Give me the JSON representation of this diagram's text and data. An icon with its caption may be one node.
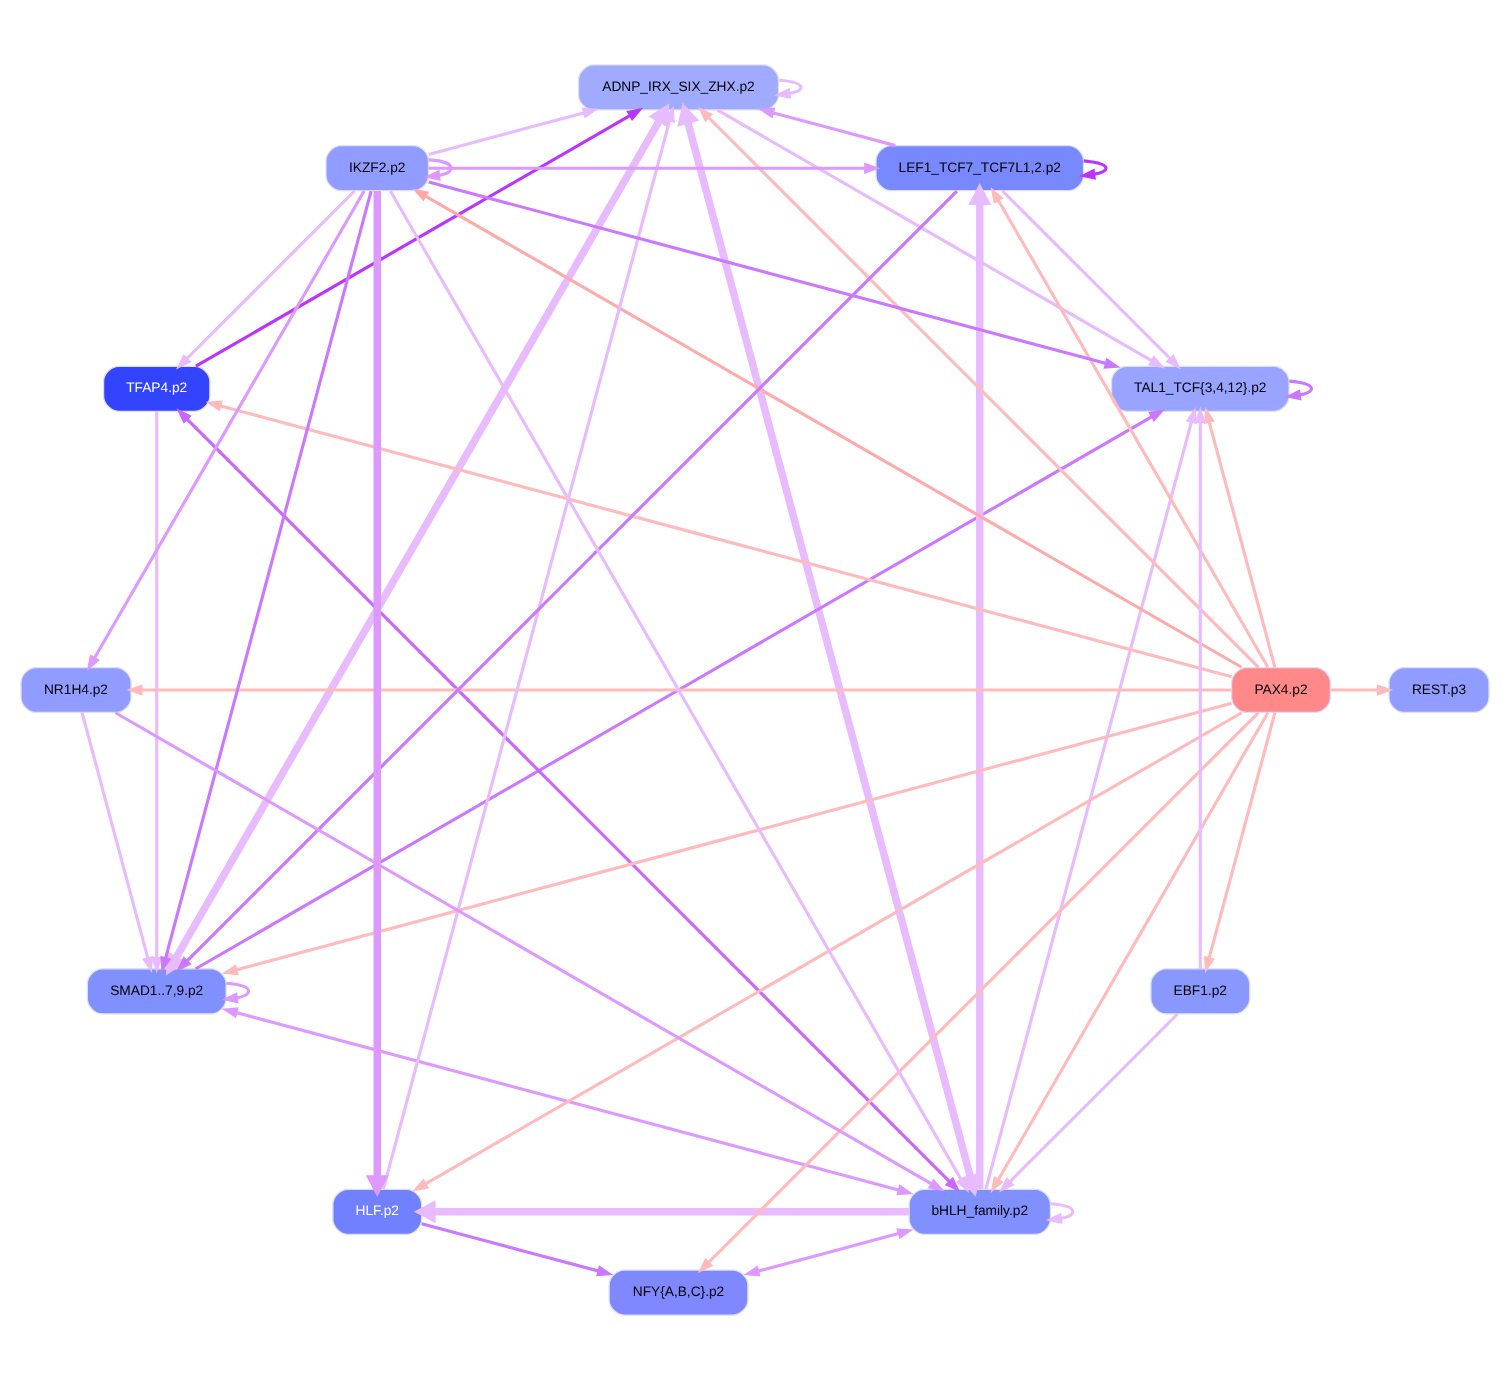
{
  "diagram": {
    "nodes": [
      {
        "text": [
          "ADNP_IRX_SIX_ZHX.p2"
        ]
      },
      {
        "text": [
          "NFY{A,B,C}.p2"
        ]
      },
      {
        "text": [
          "SMAD1..7,9.p2"
        ]
      },
      {
        "text": [
          "bHLH_family.p2"
        ]
      },
      {
        "text": [
          "TAL1_TCF{3,4,12}.p2"
        ]
      },
      {
        "text": [
          "TFAP4.p2"
        ]
      },
      {
        "text": [
          "PAX4.p2"
        ]
      },
      {
        "text": [
          "HLF.p2"
        ]
      },
      {
        "text": [
          "REST.p3"
        ]
      },
      {
        "text": [
          "LEF1_TCF7_TCF7L1,2.p2"
        ]
      },
      {
        "text": [
          "EBF1.p2"
        ]
      },
      {
        "text": [
          "IKZF2.p2"
        ]
      },
      {
        "text": [
          "NR1H4.p2"
        ]
      }
    ],
    "edges": [
      {
        "from": 6,
        "to": 0,
        "arrow": "to",
        "color": "#ffbbbb"
      },
      {
        "from": 6,
        "to": 1,
        "arrow": "to",
        "color": "#ffbbbb"
      },
      {
        "from": 6,
        "to": 2,
        "arrow": "to",
        "color": "#ffbbbb"
      },
      {
        "from": 6,
        "to": 3,
        "arrow": "to",
        "color": "#ffbbbb"
      },
      {
        "from": 6,
        "to": 4,
        "arrow": "to",
        "color": "#ffbbbb"
      },
      {
        "from": 6,
        "to": 5,
        "arrow": "to",
        "color": "#ffbbbb"
      },
      {
        "from": 6,
        "to": 7,
        "arrow": "to",
        "color": "#ffbbbb"
      },
      {
        "from": 6,
        "to": 8,
        "arrow": "to",
        "color": "#ffbbbb"
      },
      {
        "from": 6,
        "to": 9,
        "arrow": "to",
        "color": "#ffbbbb"
      },
      {
        "from": 6,
        "to": 10,
        "arrow": "to",
        "color": "#ffbbbb"
      },
      {
        "from": 6,
        "to": 12,
        "arrow": "to",
        "color": "#ffbbbb"
      },
      {
        "from": 6,
        "to": 11,
        "arrow": "to",
        "color": "#ffaaaa"
      },
      {
        "from": 0,
        "to": 0,
        "arrow": "to"
      },
      {
        "from": 2,
        "to": 2,
        "arrow": "to",
        "color": "#dd99ff"
      },
      {
        "from": 3,
        "to": 3,
        "arrow": "to"
      },
      {
        "from": 4,
        "to": 4,
        "arrow": "to",
        "color": "#cc77ff"
      },
      {
        "from": 9,
        "to": 9,
        "arrow": "to",
        "color": "#bb33ff"
      },
      {
        "from": 11,
        "to": 11,
        "arrow": "to",
        "color": "#dd99ff"
      },
      {
        "from": 0,
        "to": 3,
        "arrow": "both",
        "style": "thick"
      },
      {
        "from": 1,
        "to": 3,
        "arrow": "both",
        "color": "#dd99ff"
      },
      {
        "from": 5,
        "to": 0,
        "arrow": "to",
        "color": "#bb33ff"
      },
      {
        "from": 5,
        "to": 3,
        "arrow": "both",
        "color": "#cc66ff"
      },
      {
        "from": 2,
        "to": 3,
        "arrow": "both",
        "color": "#dd99ff"
      },
      {
        "from": 2,
        "to": 0,
        "arrow": "both",
        "style": "thick"
      },
      {
        "from": 2,
        "to": 4,
        "arrow": "to",
        "color": "#cc77ff"
      },
      {
        "from": 5,
        "to": 2,
        "arrow": "to"
      },
      {
        "from": 3,
        "to": 4,
        "arrow": "to"
      },
      {
        "from": 0,
        "to": 4,
        "arrow": "to"
      },
      {
        "from": 10,
        "to": 3,
        "arrow": "to"
      },
      {
        "from": 10,
        "to": 4,
        "arrow": "to"
      },
      {
        "from": 11,
        "to": 9,
        "arrow": "to",
        "color": "#dd99ff"
      },
      {
        "from": 11,
        "to": 12,
        "arrow": "to",
        "color": "#dd99ff"
      },
      {
        "from": 11,
        "to": 7,
        "arrow": "to",
        "style": "thick",
        "color": "#dd99ff"
      },
      {
        "from": 11,
        "to": 4,
        "arrow": "to",
        "color": "#cc77ff"
      },
      {
        "from": 11,
        "to": 2,
        "arrow": "to",
        "color": "#cc77ff"
      },
      {
        "from": 11,
        "to": 0,
        "arrow": "to"
      },
      {
        "from": 11,
        "to": 3,
        "arrow": "to"
      },
      {
        "from": 11,
        "to": 5,
        "arrow": "to"
      },
      {
        "from": 9,
        "to": 0,
        "arrow": "to",
        "color": "#dd99ff"
      },
      {
        "from": 9,
        "to": 2,
        "arrow": "to",
        "color": "#cc77ff"
      },
      {
        "from": 9,
        "to": 4,
        "arrow": "to"
      },
      {
        "from": 3,
        "to": 9,
        "arrow": "to",
        "style": "thick"
      },
      {
        "from": 7,
        "to": 1,
        "arrow": "to",
        "color": "#cc77ff"
      },
      {
        "from": 7,
        "to": 0,
        "arrow": "to"
      },
      {
        "from": 3,
        "to": 7,
        "arrow": "to",
        "style": "thick"
      },
      {
        "from": 12,
        "to": 3,
        "arrow": "to",
        "color": "#dd99ff"
      },
      {
        "from": 12,
        "to": 2,
        "arrow": "to"
      }
    ]
  }
}
